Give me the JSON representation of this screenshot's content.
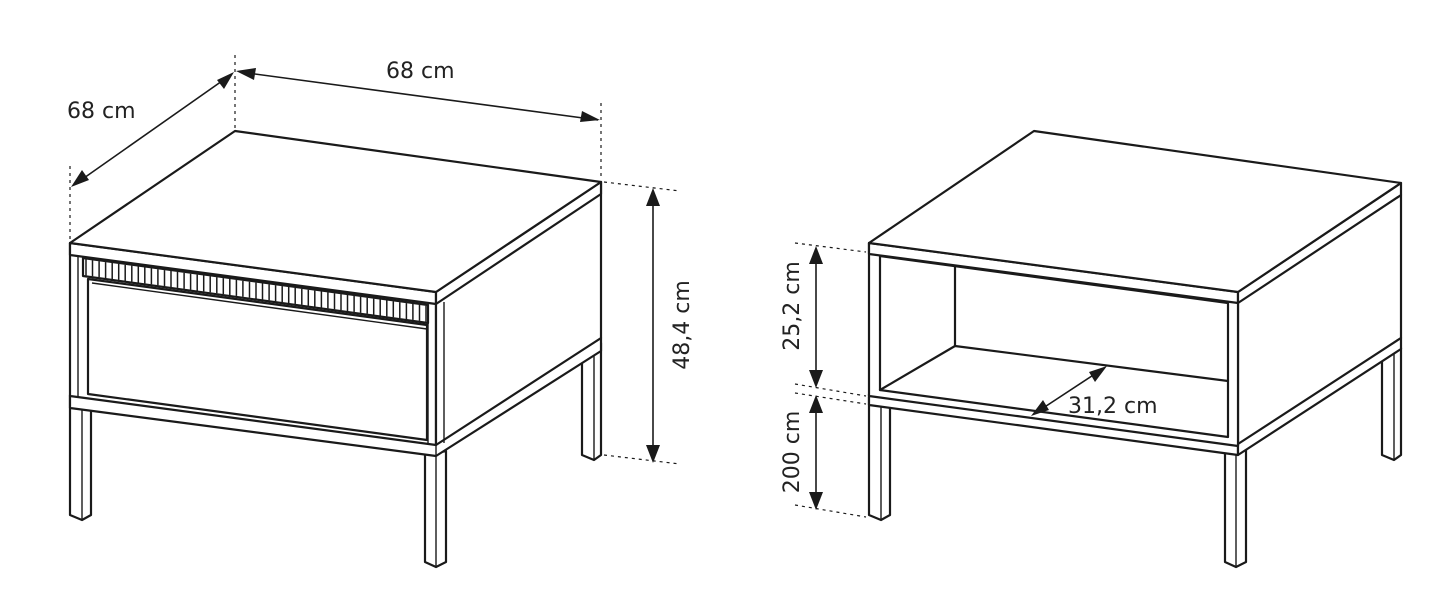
{
  "diagram": {
    "left_unit": {
      "width_label": "68 cm",
      "depth_label": "68 cm",
      "height_label": "48,4 cm"
    },
    "right_unit": {
      "opening_height_label": "25,2 cm",
      "leg_height_label": "200 cm",
      "shelf_depth_label": "31,2 cm"
    },
    "line_color": "#1a1a1a"
  }
}
